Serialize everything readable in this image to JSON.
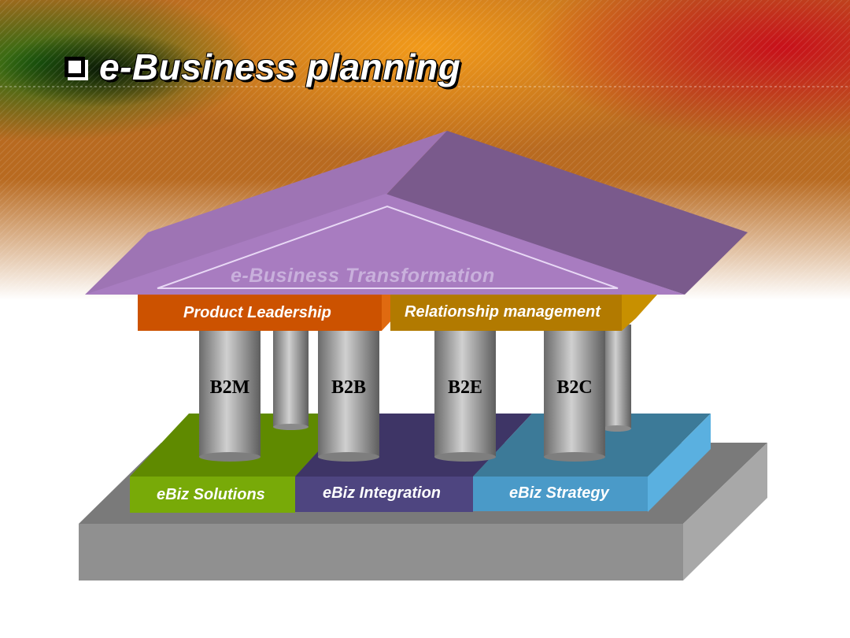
{
  "slide": {
    "title": "e-Business planning"
  },
  "diagram": {
    "roof_label": "e-Business Transformation",
    "beams": [
      {
        "label": "Product Leadership",
        "color": "#cc5200"
      },
      {
        "label": "Relationship management",
        "color": "#b27a00"
      }
    ],
    "pillars": [
      "B2M",
      "B2B",
      "B2E",
      "B2C"
    ],
    "foundation": [
      {
        "label": "eBiz Solutions",
        "color": "#6e9a00"
      },
      {
        "label": "eBiz Integration",
        "color": "#4a3f78"
      },
      {
        "label": "eBiz Strategy",
        "color": "#4a9ac8"
      }
    ],
    "roof_color": "#9b6fb0"
  }
}
